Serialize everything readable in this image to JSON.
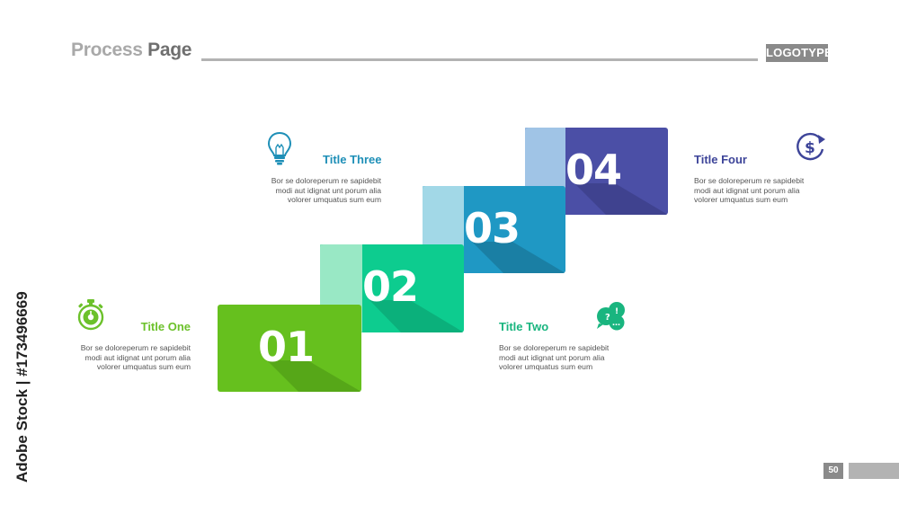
{
  "header": {
    "title_part1": "Process ",
    "title_part2": "Page",
    "logo": "LOGOTYPE"
  },
  "footer": {
    "page_number": "50"
  },
  "watermark": {
    "side_text": "Adobe Stock | #173496669"
  },
  "steps": [
    {
      "number": "01",
      "color": "#66c01e",
      "shadow": "#56a718",
      "fold": "#ccef9c"
    },
    {
      "number": "02",
      "color": "#0dcc8f",
      "shadow": "#0bb07b",
      "fold": "#99e8c5"
    },
    {
      "number": "03",
      "color": "#1f98c4",
      "shadow": "#1a7fa4",
      "fold": "#a2d8e7"
    },
    {
      "number": "04",
      "color": "#4b4fa6",
      "shadow": "#3f428f",
      "fold": "#a0c4e6"
    }
  ],
  "blocks": [
    {
      "title": "Title One",
      "title_color": "#6cc12b",
      "icon": "stopwatch-icon",
      "lines": [
        "Bor se doloreperum re sapidebit",
        "modi aut idignat unt porum alia",
        "volorer umquatus sum eum"
      ]
    },
    {
      "title": "Title Two",
      "title_color": "#19b57f",
      "icon": "chat-bubbles-icon",
      "lines": [
        "Bor se doloreperum re sapidebit",
        "modi aut idignat unt porum alia",
        "volorer umquatus sum eum"
      ]
    },
    {
      "title": "Title Three",
      "title_color": "#1e8fb7",
      "icon": "lightbulb-icon",
      "lines": [
        "Bor se doloreperum re sapidebit",
        "modi aut idignat unt porum alia",
        "volorer umquatus sum eum"
      ]
    },
    {
      "title": "Title Four",
      "title_color": "#3d4499",
      "icon": "dollar-cycle-icon",
      "lines": [
        "Bor se doloreperum re sapidebit",
        "modi aut idignat unt porum alia",
        "volorer umquatus sum eum"
      ]
    }
  ]
}
